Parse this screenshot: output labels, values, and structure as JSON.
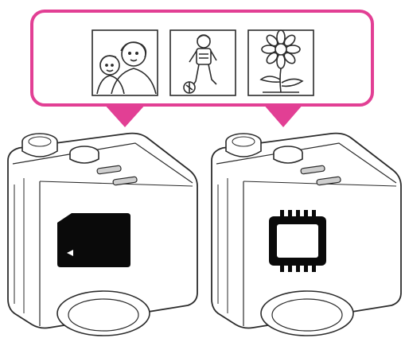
{
  "colors": {
    "callout_border": "#e23f94",
    "line": "#2b2b2b",
    "icon_dark": "#0a0a0a",
    "badge_fill": "#ffffff"
  },
  "callout": {
    "images": [
      {
        "name": "parent-and-child",
        "icon": "parent-child-photo-icon"
      },
      {
        "name": "soccer-player",
        "icon": "soccer-player-photo-icon"
      },
      {
        "name": "flower",
        "icon": "flower-photo-icon"
      }
    ]
  },
  "cameras": [
    {
      "name": "left-camera",
      "storage_badge": "memory-card-icon"
    },
    {
      "name": "right-camera",
      "storage_badge": "internal-memory-chip-icon"
    }
  ]
}
